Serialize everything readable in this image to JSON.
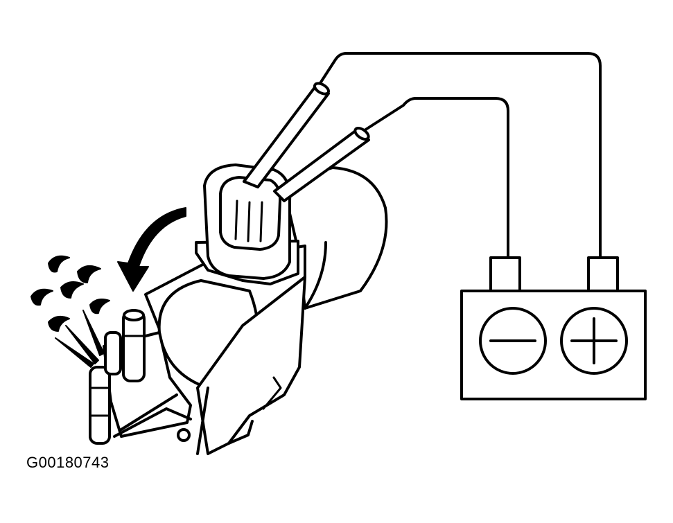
{
  "figure": {
    "code": "G00180743"
  },
  "battery": {
    "negative_symbol": "minus-sign",
    "positive_symbol": "plus-sign"
  },
  "colors": {
    "ink": "#000000",
    "background": "#ffffff"
  }
}
